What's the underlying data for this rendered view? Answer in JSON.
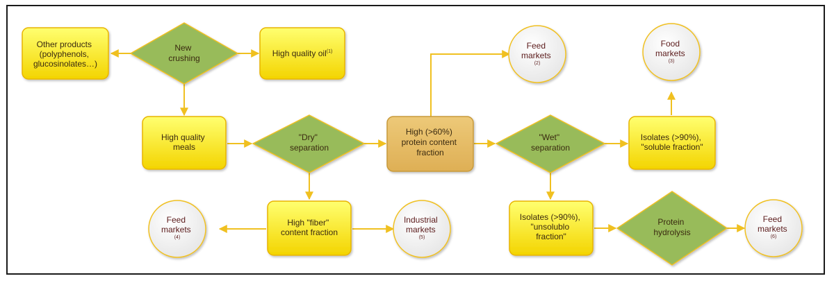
{
  "nodes": {
    "other_products": {
      "lines": [
        "Other products",
        "(polyphenols,",
        "glucosinolates…)"
      ]
    },
    "new_crushing": {
      "lines": [
        "New",
        "crushing"
      ]
    },
    "high_quality_oil": {
      "text": "High quality oil",
      "note": "(1)"
    },
    "feed_markets_2": {
      "lines": [
        "Feed",
        "markets"
      ],
      "note": "(2)"
    },
    "food_markets_3": {
      "lines": [
        "Food",
        "markets"
      ],
      "note": "(3)"
    },
    "high_quality_meals": {
      "lines": [
        "High quality",
        "meals"
      ]
    },
    "dry_separation": {
      "lines": [
        "\"Dry\"",
        "separation"
      ]
    },
    "high_protein_fraction": {
      "lines": [
        "High (>60%)",
        "protein content",
        "fraction"
      ]
    },
    "wet_separation": {
      "lines": [
        "\"Wet\"",
        "separation"
      ]
    },
    "isolates_soluble": {
      "lines": [
        "Isolates (>90%),",
        "\"soluble fraction\""
      ]
    },
    "feed_markets_4": {
      "lines": [
        "Feed",
        "markets"
      ],
      "note": "(4)"
    },
    "high_fiber_fraction": {
      "lines": [
        "High \"fiber\"",
        "content fraction"
      ]
    },
    "industrial_markets_5": {
      "lines": [
        "Industrial",
        "markets"
      ],
      "note": "(5)"
    },
    "isolates_unsoluble": {
      "lines": [
        "Isolates (>90%),",
        "\"unsolublo",
        "fraction\""
      ]
    },
    "protein_hydrolysis": {
      "lines": [
        "Protein",
        "hydrolysis"
      ]
    },
    "feed_markets_6": {
      "lines": [
        "Feed",
        "markets"
      ],
      "note": "(6)"
    }
  },
  "colors": {
    "box_fill_top": "#ffff66",
    "box_fill_bottom": "#f2d800",
    "box_stroke": "#e8b400",
    "highlight_fill": "#e8c06a",
    "highlight_stroke": "#c89a3a",
    "diamond_fill": "#98bb5a",
    "diamond_stroke": "#f0c020",
    "circle_fill": "#f0f0f0",
    "circle_stroke": "#f0c020",
    "arrow": "#f0c020"
  }
}
